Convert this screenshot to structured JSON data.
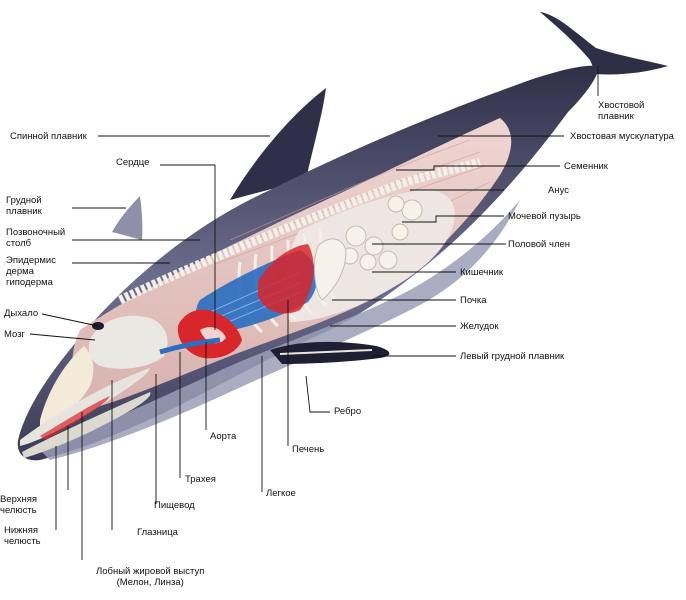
{
  "labels": {
    "spinnoy_plavnik": "Спинной плавник",
    "serdtse": "Сердце",
    "grudnoy_plavnik": [
      "Грудной",
      "плавник"
    ],
    "pozvonochny_stolb": [
      "Позвоночный",
      "столб"
    ],
    "epidermis": [
      "Эпидермис",
      "дерма",
      "гиподерма"
    ],
    "dykhalo": "Дыхало",
    "mozg": "Мозг",
    "khvostovoy_plavnik": [
      "Хвостовой",
      "плавник"
    ],
    "khvostovaya_muskulatura": "Хвостовая мускулатура",
    "semennik": "Семенник",
    "anus": "Анус",
    "mochevoy_puzyr": "Мочевой пузырь",
    "polovoy_chlen": "Половой член",
    "kishechnik": "Кишечник",
    "pochka": "Почка",
    "zheludok": "Желудок",
    "levy_grudnoy_plavnik": "Левый грудной плавник",
    "rebro": "Ребро",
    "aorta": "Аорта",
    "pechen": "Печень",
    "trakheya": "Трахея",
    "legkoe": "Легкое",
    "pishchevod": "Пищевод",
    "glaznitsa": "Глазница",
    "verkhnyaya_chelyust": [
      "Верхняя",
      "челюсть"
    ],
    "nizhnyaya_chelyust": [
      "Нижняя",
      "челюсть"
    ],
    "lobny_vystup": [
      "Лобный жировой выступ",
      "(Мелон, Линза)"
    ]
  },
  "colors": {
    "body_dark": "#2f2f48",
    "body_mid": "#5d5e7e",
    "body_light": "#9d9fba",
    "belly": "#d9dae6",
    "muscle": "#e6c6c2",
    "muscle_dark": "#c99f9c",
    "organ_red": "#d9262a",
    "organ_blue": "#2c6fc0",
    "bone": "#f0efe8",
    "leader": "#111111"
  }
}
